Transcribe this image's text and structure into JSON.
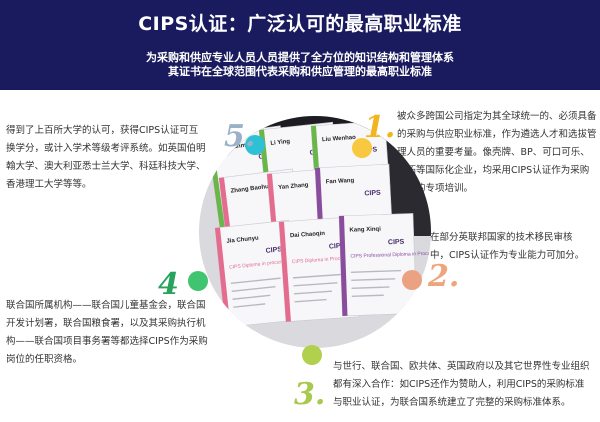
{
  "header": {
    "title": "CIPS认证：广泛认可的最高职业标准",
    "subtitle_line1": "为采购和供应专业人员人员提供了全方位的知识结构和管理体系",
    "subtitle_line2": "其证书在全球范围代表采购和供应管理的最高职业标准"
  },
  "points": [
    {
      "number": "1.",
      "color": "#f2b51e",
      "text": "被众多跨国公司指定为其全球统一的、必须具备的采购与供应职业标准，作为遴选人才和选拔管理人员的重要考量。像壳牌、BP、可口可乐、力拓等国际化企业，均采用CIPS认证作为采购员工的专项培训。"
    },
    {
      "number": "2.",
      "color": "#efa47c",
      "text": "在部分英联邦国家的技术移民审核中，CIPS认证作为专业能力可加分。"
    },
    {
      "number": "3.",
      "color": "#a9c94e",
      "text": "与世行、联合国、欧共体、英国政府以及其它世界性专业组织都有深入合作：如CIPS还作为赞助人，利用CIPS的采购标准与职业认证，为联合国系统建立了完整的采购标准体系。"
    },
    {
      "number": "4",
      "color": "#27a35c",
      "text": "联合国所属机构——联合国儿童基金会，联合国开发计划署，联合国粮食署，以及其采购执行机构——联合国项目事务署等都选择CIPS作为采购岗位的任职资格。"
    },
    {
      "number": "5.",
      "color": "#9bb1c9",
      "text": "得到了上百所大学的认可，获得CIPS认证可互换学分，或计入学术等级考评系统。如英国伯明翰大学、澳大利亚悉士兰大学、科廷科技大学、香港理工大学等等。"
    }
  ],
  "photo": {
    "certificates": [
      {
        "name": "Cui Yanmin",
        "accent": "#6bb64a",
        "title": ""
      },
      {
        "name": "Li Ying",
        "accent": "#6bb64a",
        "title": ""
      },
      {
        "name": "Liu Wenhao",
        "accent": "#6bb64a",
        "title": ""
      },
      {
        "name": "Zhang Baohui",
        "accent": "#e46c8e",
        "title": ""
      },
      {
        "name": "Yan Zhang",
        "accent": "#e46c8e",
        "title": ""
      },
      {
        "name": "Fan Wang",
        "accent": "#8a4d9d",
        "title": ""
      },
      {
        "name": "Jia Chunyu",
        "accent": "#e46c8e",
        "title": "CIPS Diploma in procurement"
      },
      {
        "name": "Dai Chaoqin",
        "accent": "#e46c8e",
        "title": "CIPS Diploma in Procurement and Supply"
      },
      {
        "name": "Kang Xinqi",
        "accent": "#8a4d9d",
        "title": "CIPS Professional Diploma in Procurement and Supply"
      }
    ],
    "logo_text": "CIPS"
  }
}
